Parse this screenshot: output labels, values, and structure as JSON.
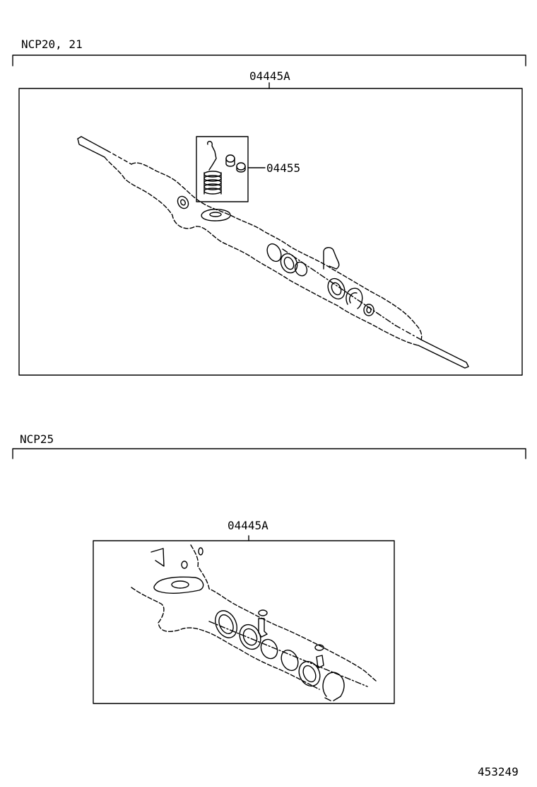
{
  "sections": [
    {
      "model_label": "NCP20, 21",
      "kit_part_no": "04445A",
      "callouts": [
        {
          "part_no": "04455"
        }
      ]
    },
    {
      "model_label": "NCP25",
      "kit_part_no": "04445A",
      "callouts": []
    }
  ],
  "illustration_no": "453249"
}
